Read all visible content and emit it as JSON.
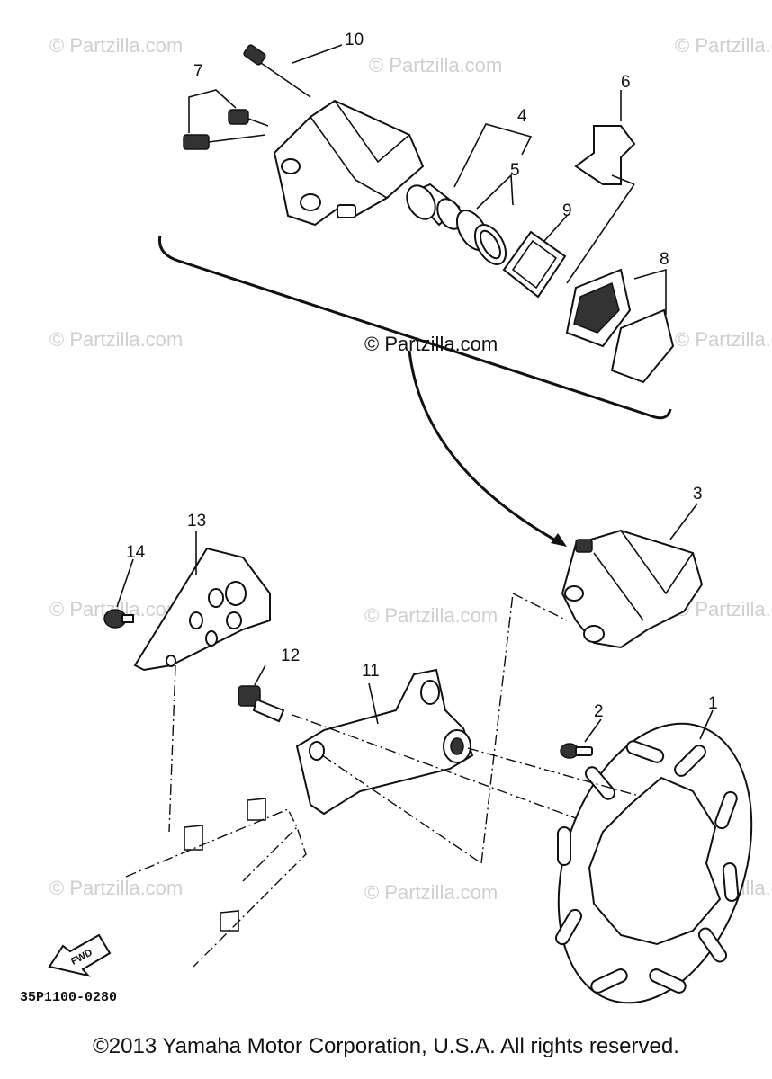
{
  "watermark_text": "© Partzilla.com",
  "center_watermark": "© Partzilla.com",
  "callouts": {
    "c1": "1",
    "c2": "2",
    "c3": "3",
    "c4": "4",
    "c5": "5",
    "c6": "6",
    "c7": "7",
    "c8": "8",
    "c9": "9",
    "c10": "10",
    "c11": "11",
    "c12": "12",
    "c13": "13",
    "c14": "14"
  },
  "fwd_label": "FWD",
  "diagram_ref": "35P1100-0280",
  "copyright": "©2013 Yamaha Motor Corporation, U.S.A. All rights reserved."
}
